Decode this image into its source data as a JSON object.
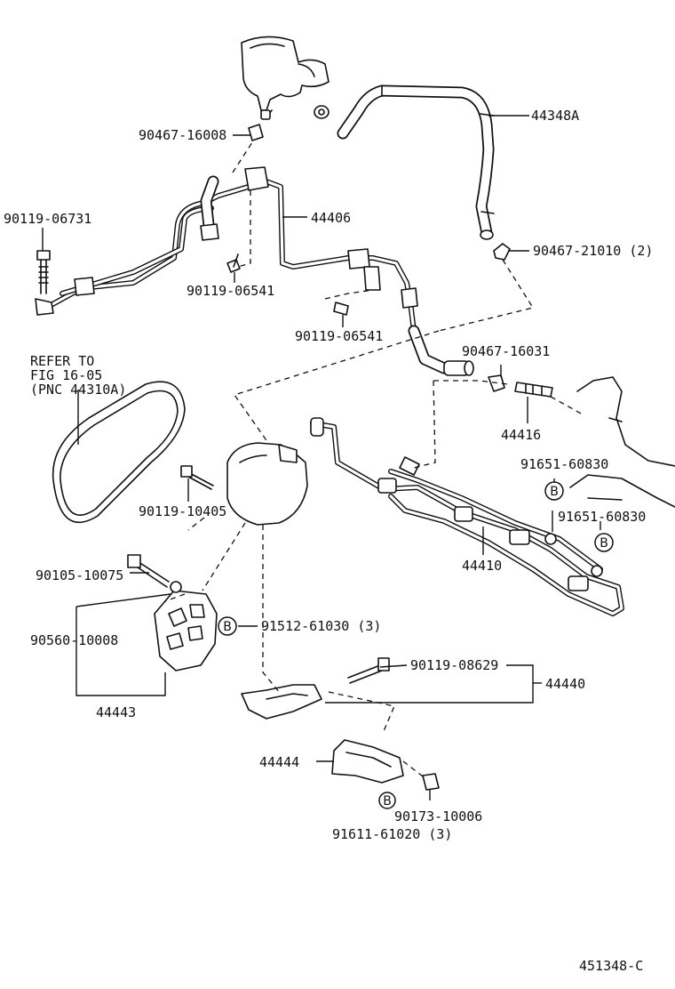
{
  "diagram": {
    "figure_code": "451348-C",
    "refer_note": [
      "REFER TO",
      "FIG 16-05",
      "(PNC 44310A)"
    ],
    "badge_letter": "B",
    "labels": {
      "p44348A": "44348A",
      "p90467_16008": "90467-16008",
      "p90119_06731": "90119-06731",
      "p44406": "44406",
      "p90467_21010": "90467-21010 (2)",
      "p90119_06541_a": "90119-06541",
      "p90119_06541_b": "90119-06541",
      "p90467_16031": "90467-16031",
      "p44416": "44416",
      "p91651_60830_a": "91651-60830",
      "p91651_60830_b": "91651-60830",
      "p90119_10405": "90119-10405",
      "p44410": "44410",
      "p90105_10075": "90105-10075",
      "p91512_61030": "91512-61030 (3)",
      "p90560_10008": "90560-10008",
      "p90119_08629": "90119-08629",
      "p44440": "44440",
      "p44443": "44443",
      "p44444": "44444",
      "p90173_10006": "90173-10006",
      "p91611_61020": "91611-61020 (3)"
    }
  }
}
